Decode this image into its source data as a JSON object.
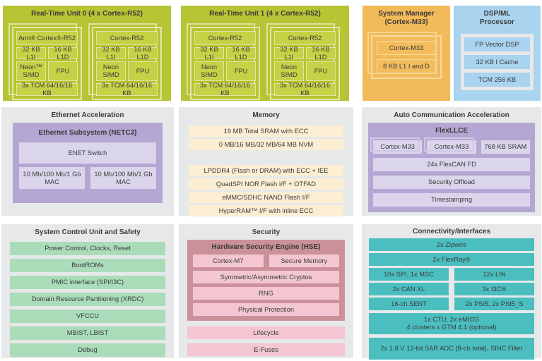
{
  "colors": {
    "green_block": "#b7c433",
    "green_cell": "#c6d146",
    "orange_block": "#f2ba58",
    "blue_block": "#a9d3ef",
    "gray_container": "#e7e8e9",
    "purple_block": "#b4a7d4",
    "purple_cell": "#dbd5ec",
    "cream_cell": "#fbeed2",
    "green_row": "#aadcba",
    "rose_block": "#cb919b",
    "pink_cell": "#f3c6d1",
    "teal_cell": "#4bbfc0",
    "text": "#3b3b3b"
  },
  "rtu0": {
    "title": "Real-Time Unit 0 (4 x Cortex-R52)",
    "cores": [
      {
        "name": "Arm® Cortex®-R52",
        "l1i": "32 KB L1I",
        "l1d": "16 KB L1D",
        "simd": "Neon™ SIMD",
        "fpu": "FPU",
        "tcm": "3x TCM 64/16/16 KB"
      },
      {
        "name": "Cortex-R52",
        "l1i": "32 KB L1I",
        "l1d": "16 KB L1D",
        "simd": "Neon SIMD",
        "fpu": "FPU",
        "tcm": "3x TCM 64/16/16 KB"
      }
    ]
  },
  "rtu1": {
    "title": "Real-Time Unit 1 (4 x Cortex-R52)",
    "cores": [
      {
        "name": "Cortex-R52",
        "l1i": "32 KB L1I",
        "l1d": "16 KB L1D",
        "simd": "Neon SIMD",
        "fpu": "FPU",
        "tcm": "3x TCM 64/16/16 KB"
      },
      {
        "name": "Cortex-R52",
        "l1i": "32 KB L1I",
        "l1d": "16 KB L1D",
        "simd": "Neon SIMD",
        "fpu": "FPU",
        "tcm": "3x TCM 64/16/16 KB"
      }
    ]
  },
  "system_manager": {
    "title_line1": "System Manager",
    "title_line2": "(Cortex-M33)",
    "rows": [
      "Cortex-M33",
      "8 KB L1 I and D"
    ]
  },
  "dsp_ml": {
    "title_line1": "DSP/ML",
    "title_line2": "Processor",
    "rows": [
      "FP Vector DSP",
      "32 KB I Cache",
      "TCM 256 KB"
    ]
  },
  "ethernet": {
    "title": "Ethernet Acceleration",
    "subsystem_title": "Ethernet Subsystem (NETC3)",
    "switch": "ENET Switch",
    "macs": [
      "10 Mb/100 Mb/1 Gb MAC",
      "10 Mb/100 Mb/1 Gb MAC"
    ]
  },
  "memory": {
    "title": "Memory",
    "group1": [
      "19 MB Total SRAM with ECC",
      "0 MB/16 MB/32 MB/64 MB NVM"
    ],
    "group2": [
      "LPDDR4 (Flash or DRAM) with ECC + IEE",
      "QuadSPI NOR Flash I/F + OTFAD",
      "eMMC/SDHC NAND Flash I/F",
      "HyperRAM™ I/F with inline ECC"
    ]
  },
  "auto_comm": {
    "title": "Auto Communication Acceleration",
    "flexllce_title": "FlexLLCE",
    "cores": [
      "Cortex-M33",
      "Cortex-M33"
    ],
    "sram": "768 KB SRAM",
    "rows": [
      "24x FlexCAN FD",
      "Security Offload",
      "Timestamping"
    ]
  },
  "scu": {
    "title": "System Control Unit and Safety",
    "rows": [
      "Power Control, Clocks, Reset",
      "BootROMs",
      "PMIC interface (SPI/I3C)",
      "Domain Resource Partitioning (XRDC)",
      "VFCCU",
      "MBIST, LBIST",
      "Debug"
    ]
  },
  "security": {
    "title": "Security",
    "hse_title": "Hardware Security Engine (HSE)",
    "hse_row1": [
      "Cortex-M7",
      "Secure Memory"
    ],
    "hse_rows": [
      "Symmetric/Asymmetric Cryptos",
      "RNG",
      "Physical Protection"
    ],
    "outer_rows": [
      "Lifecycle",
      "E-Fuses"
    ]
  },
  "connectivity": {
    "title": "Connectivity/Interfaces",
    "full_rows": [
      "2x Zipwire",
      "2x FlexRay®"
    ],
    "left_col": [
      "10x SPI, 1x MSC",
      "2x CAN XL",
      "16-ch SENT"
    ],
    "right_col": [
      "12x LIN",
      "3x I3C®",
      "2x PSI5, 2x PSI5_S"
    ],
    "timer_line1": "1x CTU, 2x eMIOS",
    "timer_line2": "4 clusters x GTM 4.1 (optional)",
    "adc_row": "2x 1.8 V 12-bit SAR ADC (8-ch total), SINC Filter"
  }
}
